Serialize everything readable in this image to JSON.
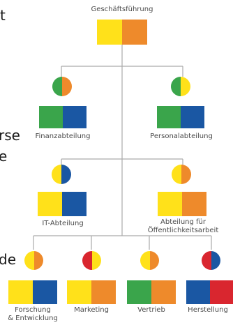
{
  "colors": {
    "yellow": "#ffe11a",
    "orange": "#ee8a2b",
    "green": "#3aa54b",
    "blue": "#1a57a3",
    "red": "#d9262f",
    "line": "#aaaaaa"
  },
  "background_text": {
    "line1": "t",
    "line2": "rse",
    "line3": "e",
    "line4": "de"
  },
  "org": {
    "root": {
      "label": "Geschäftsführung",
      "colors": [
        "yellow",
        "orange"
      ]
    },
    "level2": [
      {
        "label": "Finanzabteilung",
        "circle": [
          "green",
          "orange"
        ],
        "squares": [
          "green",
          "blue"
        ]
      },
      {
        "label": "Personalabteilung",
        "circle": [
          "green",
          "yellow"
        ],
        "squares": [
          "green",
          "blue"
        ]
      }
    ],
    "level3": [
      {
        "label": "IT-Abteilung",
        "circle": [
          "yellow",
          "blue"
        ],
        "squares": [
          "yellow",
          "blue"
        ]
      },
      {
        "label_line1": "Abteilung für",
        "label_line2": "Öffentlichkeitsarbeit",
        "circle": [
          "yellow",
          "orange"
        ],
        "squares": [
          "yellow",
          "orange"
        ]
      }
    ],
    "level4": [
      {
        "label_line1": "Forschung",
        "label_line2": "& Entwicklung",
        "circle": [
          "yellow",
          "orange"
        ],
        "squares": [
          "yellow",
          "blue"
        ]
      },
      {
        "label": "Marketing",
        "circle": [
          "red",
          "yellow"
        ],
        "squares": [
          "yellow",
          "orange"
        ]
      },
      {
        "label": "Vertrieb",
        "circle": [
          "yellow",
          "orange"
        ],
        "squares": [
          "green",
          "orange"
        ]
      },
      {
        "label": "Herstellung",
        "circle": [
          "red",
          "blue"
        ],
        "squares": [
          "blue",
          "red"
        ]
      }
    ]
  }
}
